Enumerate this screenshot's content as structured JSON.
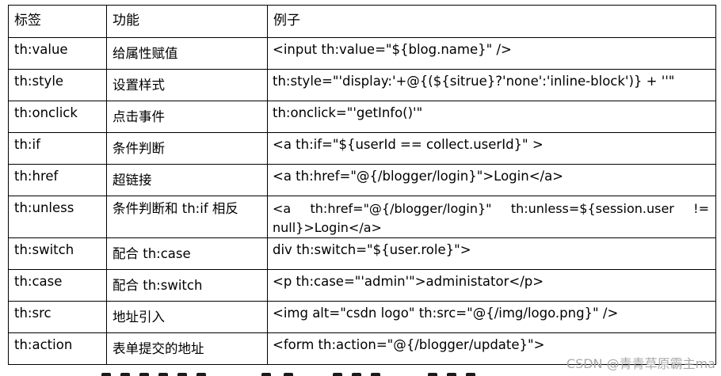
{
  "table": {
    "headers": [
      "标签",
      "功能",
      "例子"
    ],
    "rows": [
      {
        "tag": "th:value",
        "function": "给属性赋值",
        "example": "<input th:value=\"${blog.name}\" />"
      },
      {
        "tag": "th:style",
        "function": "设置样式",
        "example": "th:style=\"'display:'+@{(${sitrue}?'none':'inline-block')} + ''\""
      },
      {
        "tag": "th:onclick",
        "function": "点击事件",
        "example": "th:onclick=\"'getInfo()'\""
      },
      {
        "tag": "th:if",
        "function": "条件判断",
        "example": "<a th:if=\"${userId == collect.userId}\" >"
      },
      {
        "tag": "th:href",
        "function": "超链接",
        "example": "<a th:href=\"@{/blogger/login}\">Login</a>"
      },
      {
        "tag": "th:unless",
        "function": "条件判断和 th:if 相反",
        "example": "<a th:href=\"@{/blogger/login}\" th:unless=${session.user != null}>Login</a>"
      },
      {
        "tag": "th:switch",
        "function": "配合 th:case",
        "example": "div th:switch=\"${user.role}\">"
      },
      {
        "tag": "th:case",
        "function": "配合 th:switch",
        "example": "<p th:case=\"'admin'\">administator</p>"
      },
      {
        "tag": "th:src",
        "function": "地址引入",
        "example": "<img alt=\"csdn logo\" th:src=\"@{/img/logo.png}\" />"
      },
      {
        "tag": "th:action",
        "function": "表单提交的地址",
        "example": "<form th:action=\"@{/blogger/update}\">"
      }
    ]
  },
  "watermark": "CSDN @青青草原霸主ma"
}
